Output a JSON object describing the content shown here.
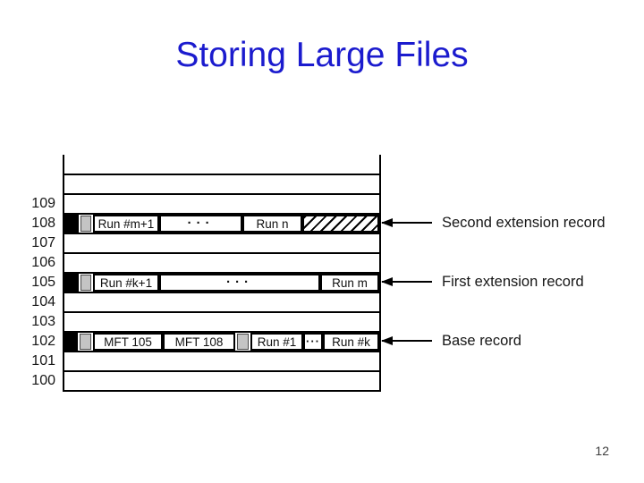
{
  "colors": {
    "bg": "#ffffff",
    "title": "#1b1bce",
    "ink": "#000000",
    "gray-fill": "#c4c4c4",
    "page-number": "#3d3d3d"
  },
  "slide": {
    "title": "Storing Large Files",
    "page_number": "12"
  },
  "diagram": {
    "row_labels": [
      "109",
      "108",
      "107",
      "106",
      "105",
      "104",
      "103",
      "102",
      "101",
      "100"
    ],
    "row108": {
      "run_first": "Run #m+1",
      "dots": "···",
      "run_last": "Run n"
    },
    "row105": {
      "run_first": "Run #k+1",
      "dots": "···",
      "run_last": "Run m"
    },
    "row102": {
      "mft_ref1": "MFT 105",
      "mft_ref2": "MFT 108",
      "run_first": "Run #1",
      "dots": "···",
      "run_last": "Run #k"
    },
    "annotations": {
      "second_extension": "Second extension record",
      "first_extension": "First extension record",
      "base": "Base record"
    }
  }
}
